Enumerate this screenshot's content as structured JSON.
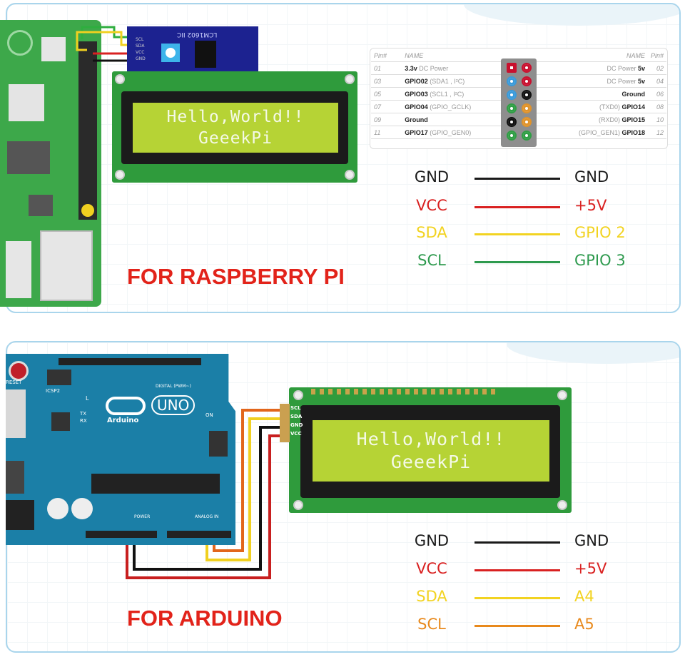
{
  "raspberry_section": {
    "title": "FOR RASPBERRY PI",
    "module_label": "LCM1602 IIC",
    "module_pins": [
      "SCL",
      "SDA",
      "VCC",
      "GND"
    ],
    "lcd_lines": [
      "Hello,World!!",
      "GeeekPi"
    ],
    "pin_table": {
      "headers": {
        "pin_left": "Pin#",
        "name_left": "NAME",
        "name_right": "NAME",
        "pin_right": "Pin#"
      },
      "rows": [
        {
          "pin_l": "01",
          "name_l_bold": "3.3v",
          "name_l": " DC Power",
          "pin_l_color": "#c8102e",
          "pin_r_color": "#c8102e",
          "name_r": "DC Power ",
          "name_r_bold": "5v",
          "pin_r": "02"
        },
        {
          "pin_l": "03",
          "name_l_bold": "GPIO02",
          "name_l": " (SDA1 , I²C)",
          "pin_l_color": "#3a9ad9",
          "pin_r_color": "#c8102e",
          "name_r": "DC Power ",
          "name_r_bold": "5v",
          "pin_r": "04"
        },
        {
          "pin_l": "05",
          "name_l_bold": "GPIO03",
          "name_l": " (SCL1 , I²C)",
          "pin_l_color": "#3a9ad9",
          "pin_r_color": "#111111",
          "name_r": "",
          "name_r_bold": "Ground",
          "pin_r": "06"
        },
        {
          "pin_l": "07",
          "name_l_bold": "GPIO04",
          "name_l": " (GPIO_GCLK)",
          "pin_l_color": "#2f9e44",
          "pin_r_color": "#e0932b",
          "name_r": "(TXD0) ",
          "name_r_bold": "GPIO14",
          "pin_r": "08"
        },
        {
          "pin_l": "09",
          "name_l_bold": "Ground",
          "name_l": "",
          "pin_l_color": "#111111",
          "pin_r_color": "#e0932b",
          "name_r": "(RXD0) ",
          "name_r_bold": "GPIO15",
          "pin_r": "10"
        },
        {
          "pin_l": "11",
          "name_l_bold": "GPIO17",
          "name_l": " (GPIO_GEN0)",
          "pin_l_color": "#2f9e44",
          "pin_r_color": "#2f9e44",
          "name_r": "(GPIO_GEN1) ",
          "name_r_bold": "GPIO18",
          "pin_r": "12"
        }
      ]
    },
    "legend": [
      {
        "left": "GND",
        "right": "GND",
        "color": "#1a1a1a"
      },
      {
        "left": "VCC",
        "right": "+5V",
        "color": "#d92121"
      },
      {
        "left": "SDA",
        "right": "GPIO 2",
        "color": "#f2d321"
      },
      {
        "left": "SCL",
        "right": "GPIO 3",
        "color": "#2e9a4e"
      }
    ]
  },
  "arduino_section": {
    "title": "FOR ARDUINO",
    "board_logo": "UNO",
    "board_name": "Arduino",
    "board_labels": [
      "RESET",
      "ICSP2",
      "L",
      "TX",
      "RX",
      "ON",
      "DIGITAL (PWM~)",
      "POWER",
      "ANALOG IN"
    ],
    "module_pins": [
      "SCL",
      "SDA",
      "GND",
      "VCC"
    ],
    "lcd_lines": [
      "Hello,World!!",
      "GeeekPi"
    ],
    "legend": [
      {
        "left": "GND",
        "right": "GND",
        "color": "#1a1a1a"
      },
      {
        "left": "VCC",
        "right": "+5V",
        "color": "#d92121"
      },
      {
        "left": "SDA",
        "right": "A4",
        "color": "#f2d321"
      },
      {
        "left": "SCL",
        "right": "A5",
        "color": "#e8891c"
      }
    ]
  }
}
